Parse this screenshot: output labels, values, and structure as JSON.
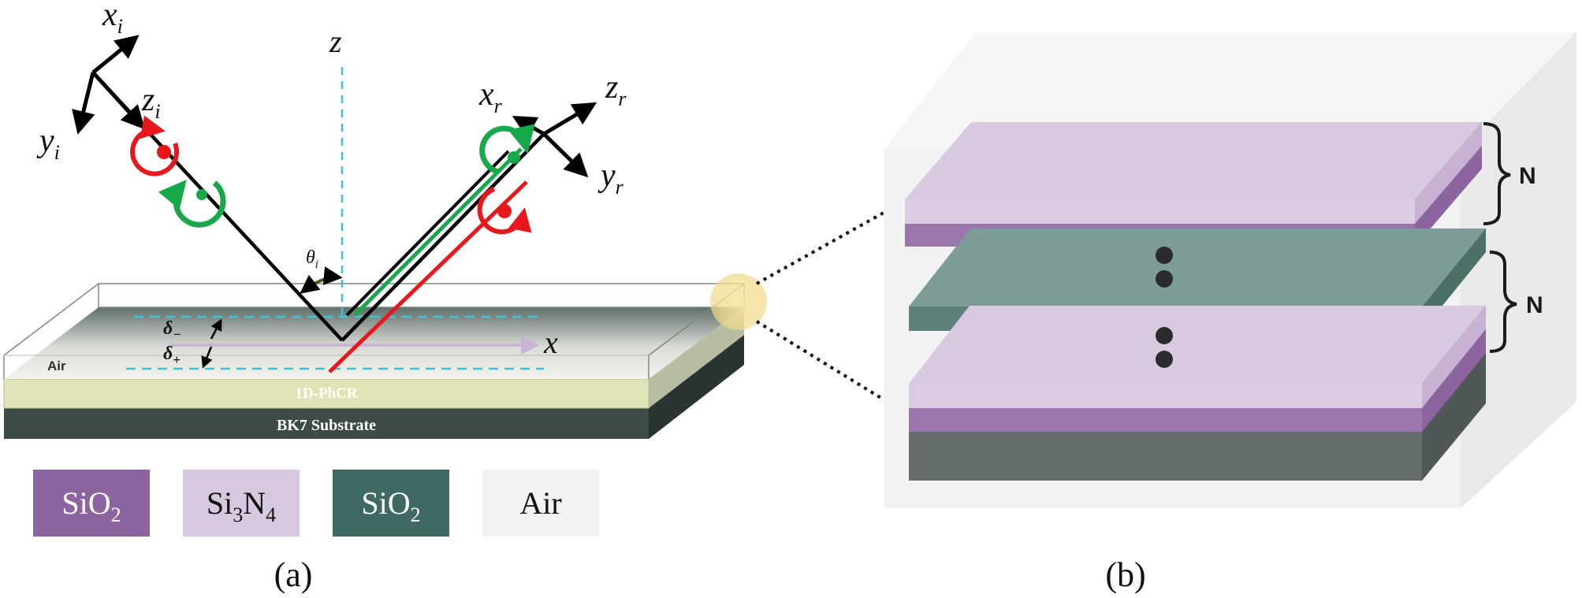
{
  "panel_a": {
    "axes": {
      "z": "z",
      "x": "x",
      "x_i": "x",
      "x_i_sub": "i",
      "y_i": "y",
      "y_i_sub": "i",
      "z_i": "z",
      "z_i_sub": "i",
      "x_r": "x",
      "x_r_sub": "r",
      "y_r": "y",
      "y_r_sub": "r",
      "z_r": "z",
      "z_r_sub": "r",
      "theta": "θ",
      "theta_sub": "i",
      "delta_minus": "δ",
      "delta_minus_sub": "−",
      "delta_plus": "δ",
      "delta_plus_sub": "+"
    },
    "layers": {
      "air": "Air",
      "phcr": "1D-PhCR",
      "substrate": "BK7 Substrate"
    },
    "caption": "(a)"
  },
  "legend": [
    {
      "base": "SiO",
      "sub": "2",
      "base2": "",
      "sub2": "",
      "color": "#8b64a0",
      "text_color": "#ffffff"
    },
    {
      "base": "Si",
      "sub": "3",
      "base2": "N",
      "sub2": "4",
      "color": "#d7c7df",
      "text_color": "#111111"
    },
    {
      "base": "SiO",
      "sub": "2",
      "base2": "",
      "sub2": "",
      "color": "#3f6a64",
      "text_color": "#ffffff"
    },
    {
      "base": "Air",
      "sub": "",
      "base2": "",
      "sub2": "",
      "color": "#f2f2f2",
      "text_color": "#111111"
    }
  ],
  "panel_b": {
    "period_label_top": "N",
    "period_label_mid": "N",
    "caption": "(b)"
  },
  "colors": {
    "incident": "#000000",
    "rcp": "#e8171c",
    "lcp": "#17a84a",
    "guide": "#3fc3cf",
    "substrate": "#3d4b47",
    "phcr": "#e0e3b6"
  }
}
